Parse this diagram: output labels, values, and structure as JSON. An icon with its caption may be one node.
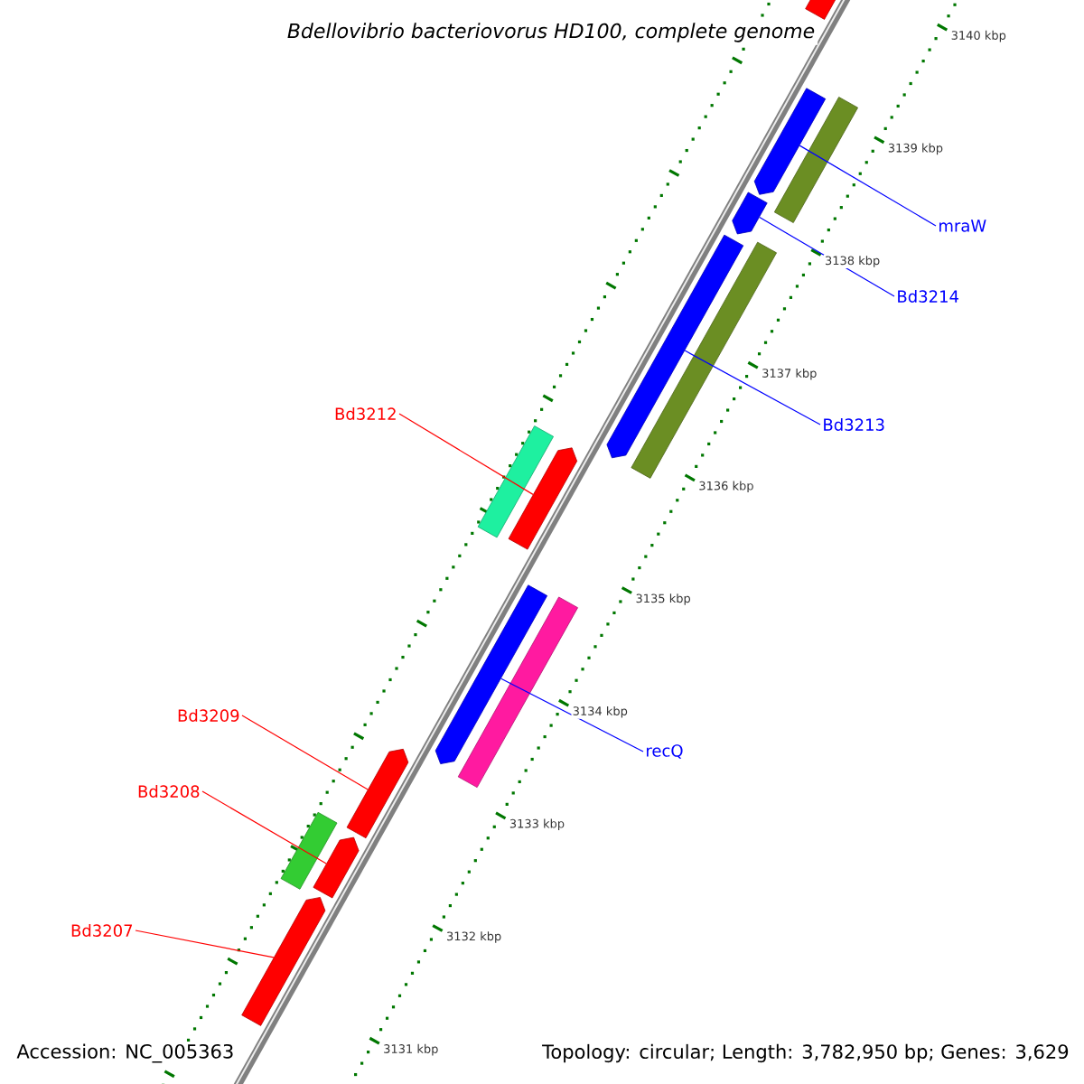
{
  "diagram": {
    "title": "Bdellovibrio bacteriovorus HD100, complete genome",
    "nodes": [
      {
        "text": [
          "mraW"
        ]
      },
      {
        "text": [],
        "shape": "bar"
      },
      {
        "text": [
          "Bd3214"
        ]
      },
      {
        "text": [],
        "shape": "bar"
      },
      {
        "text": [
          "Bd3213"
        ]
      },
      {
        "text": [],
        "shape": "bar"
      },
      {
        "text": [
          "Bd3212"
        ]
      },
      {
        "text": [],
        "shape": "bar"
      },
      {
        "text": [
          "recQ"
        ]
      },
      {
        "text": [],
        "shape": "bar"
      },
      {
        "text": [
          "Bd3209"
        ]
      },
      {
        "text": [],
        "shape": "bar"
      },
      {
        "text": [
          "Bd3208"
        ]
      },
      {
        "text": [],
        "shape": "bar"
      },
      {
        "text": [
          "Bd3207"
        ]
      },
      {
        "text": [],
        "shape": "bar"
      },
      {
        "text": [],
        "shape": "bar"
      },
      {
        "text": [],
        "shape": "bar"
      },
      {
        "text": [],
        "shape": "bar"
      },
      {
        "text": [],
        "shape": "bar"
      },
      {
        "text": [],
        "shape": "bar"
      },
      {
        "text": [],
        "shape": "bar"
      }
    ],
    "edges": [
      {
        "from": 0,
        "to": 1,
        "arrow": "none",
        "color": "#0000ff"
      },
      {
        "from": 2,
        "to": 3,
        "arrow": "none",
        "color": "#0000ff"
      },
      {
        "from": 4,
        "to": 5,
        "arrow": "none",
        "color": "#0000ff"
      },
      {
        "from": 6,
        "to": 7,
        "arrow": "none",
        "color": "#ff0000"
      },
      {
        "from": 8,
        "to": 9,
        "arrow": "none",
        "color": "#0000ff"
      },
      {
        "from": 10,
        "to": 11,
        "arrow": "none",
        "color": "#ff0000"
      },
      {
        "from": 12,
        "to": 13,
        "arrow": "none",
        "color": "#ff0000"
      },
      {
        "from": 14,
        "to": 15,
        "arrow": "none",
        "color": "#ff0000"
      }
    ],
    "labels": [
      "3140 kbp",
      "3139 kbp",
      "3138 kbp",
      "3137 kbp",
      "3136 kbp",
      "3135 kbp",
      "3134 kbp",
      "3133 kbp",
      "3132 kbp",
      "3131 kbp",
      "Accession: NC_005363",
      "Topology: circular; Length: 3,782,950 bp; Genes: 3,629"
    ]
  }
}
